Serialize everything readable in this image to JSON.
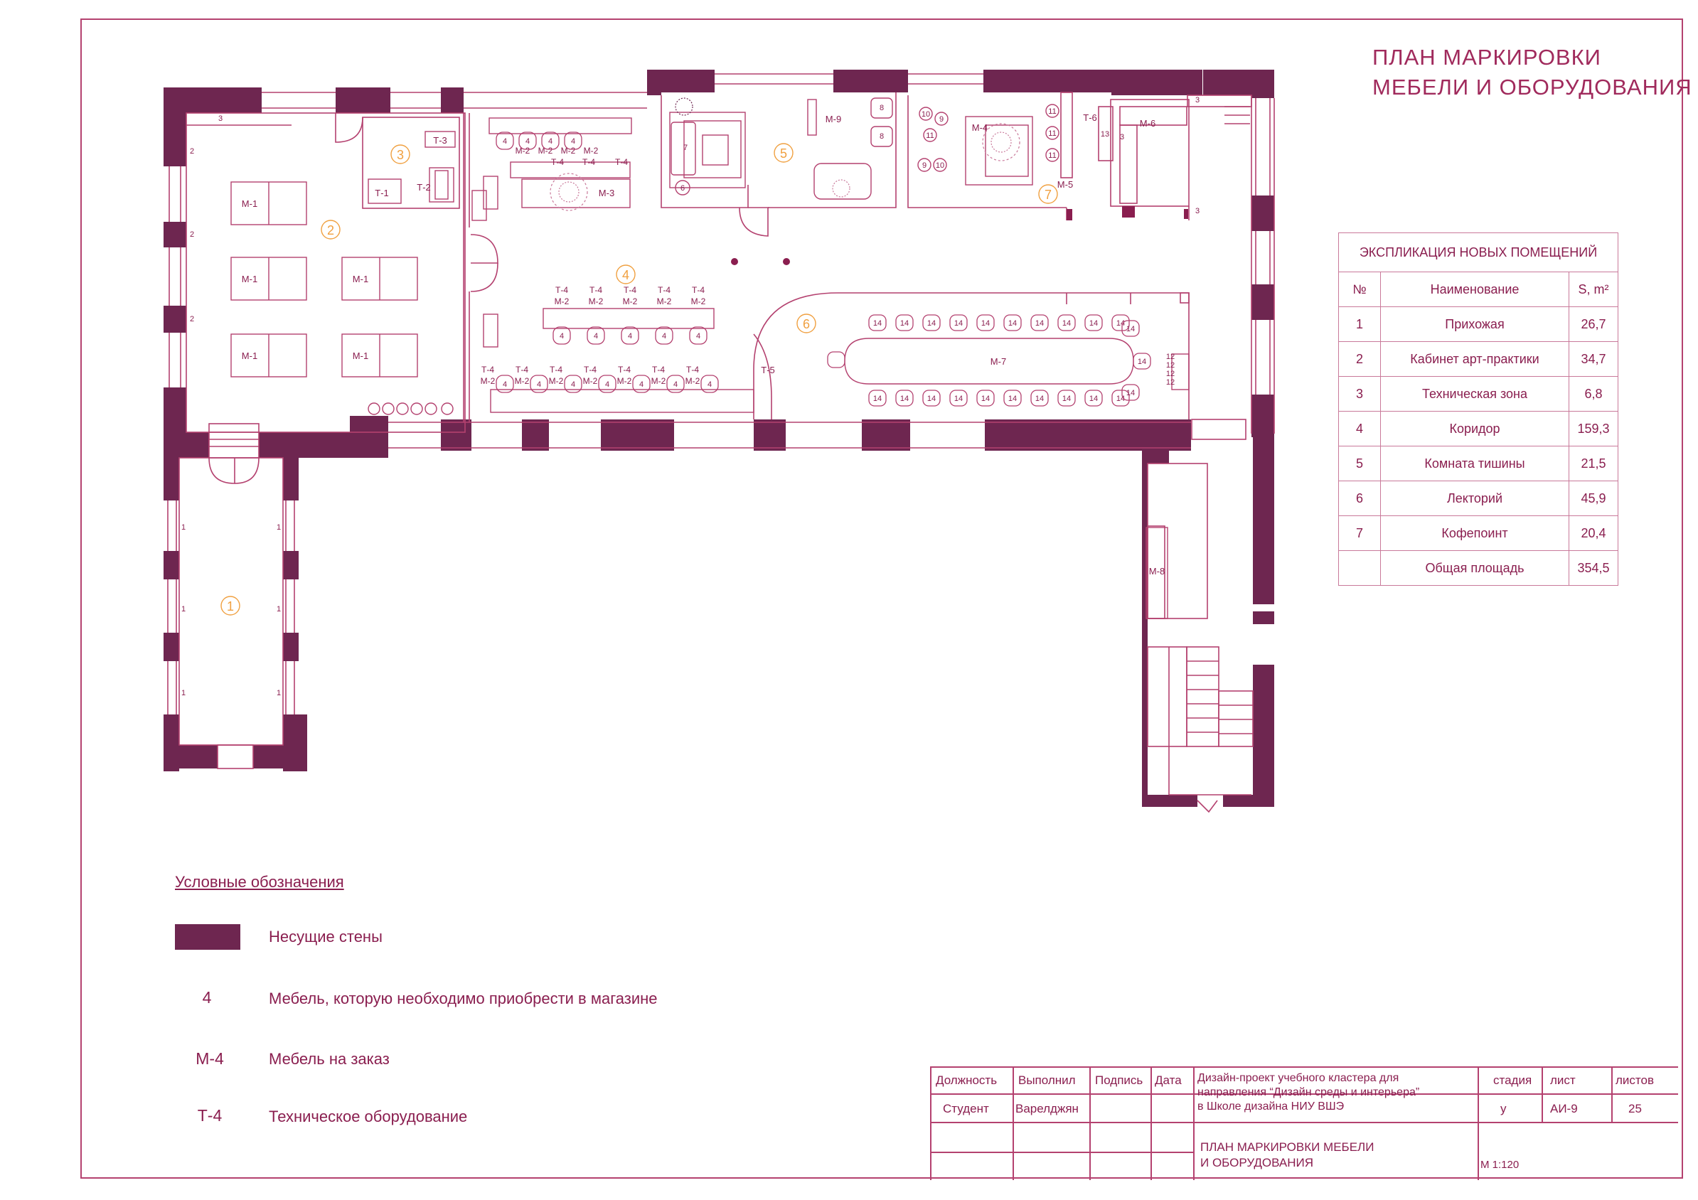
{
  "title": {
    "line1": "ПЛАН МАРКИРОВКИ",
    "line2": "МЕБЕЛИ И ОБОРУДОВАНИЯ"
  },
  "colors": {
    "wall": "#6e2650",
    "line": "#b4416f",
    "text": "#8a1e4f",
    "room_number": "#f0a040",
    "plant": "#c9799a"
  },
  "rooms": [
    {
      "num": "1"
    },
    {
      "num": "2"
    },
    {
      "num": "3"
    },
    {
      "num": "4"
    },
    {
      "num": "5"
    },
    {
      "num": "6"
    },
    {
      "num": "7"
    }
  ],
  "marks": {
    "m1": "М-1",
    "m2": "М-2",
    "m3": "М-3",
    "m4": "М-4",
    "m5": "М-5",
    "m6": "М-6",
    "m7": "М-7",
    "m8": "М-8",
    "m9": "М-9",
    "t1": "Т-1",
    "t2": "Т-2",
    "t3": "Т-3",
    "t4": "Т-4",
    "t5": "Т-5",
    "t6": "Т-6"
  },
  "explication": {
    "title": "ЭКСПЛИКАЦИЯ НОВЫХ ПОМЕЩЕНИЙ",
    "headers": {
      "num": "№",
      "name": "Наименование",
      "area": "S, m²"
    },
    "rows": [
      {
        "num": "1",
        "name": "Прихожая",
        "area": "26,7"
      },
      {
        "num": "2",
        "name": "Кабинет арт-практики",
        "area": "34,7"
      },
      {
        "num": "3",
        "name": "Техническая зона",
        "area": "6,8"
      },
      {
        "num": "4",
        "name": "Коридор",
        "area": "159,3"
      },
      {
        "num": "5",
        "name": "Комната тишины",
        "area": "21,5"
      },
      {
        "num": "6",
        "name": "Лекторий",
        "area": "45,9"
      },
      {
        "num": "7",
        "name": "Кофепоинт",
        "area": "20,4"
      }
    ],
    "total": {
      "name": "Общая площадь",
      "area": "354,5"
    }
  },
  "legend": {
    "title": "Условные обозначения",
    "items": [
      {
        "code": "",
        "text": "Несущие стены"
      },
      {
        "code": "4",
        "text": "Мебель, которую необходимо приобрести в магазине"
      },
      {
        "code": "М-4",
        "text": "Мебель на заказ"
      },
      {
        "code": "Т-4",
        "text": "Техническое оборудование"
      }
    ]
  },
  "stamp": {
    "position_label": "Должность",
    "performed_label": "Выполнил",
    "signature_label": "Подпись",
    "date_label": "Дата",
    "position_value": "Студент",
    "performed_value": "Варелджян",
    "project_line1": "Дизайн-проект учебного кластера для",
    "project_line2": "направления “Дизайн среды и интерьера”",
    "project_line3": "в Школе дизайна НИУ ВШЭ",
    "stage_label": "стадия",
    "sheet_label": "лист",
    "sheets_label": "листов",
    "stage_value": "у",
    "sheet_value": "АИ-9",
    "sheets_value": "25",
    "drawing_line1": "ПЛАН МАРКИРОВКИ МЕБЕЛИ",
    "drawing_line2": "И ОБОРУДОВАНИЯ",
    "scale": "М 1:120"
  }
}
